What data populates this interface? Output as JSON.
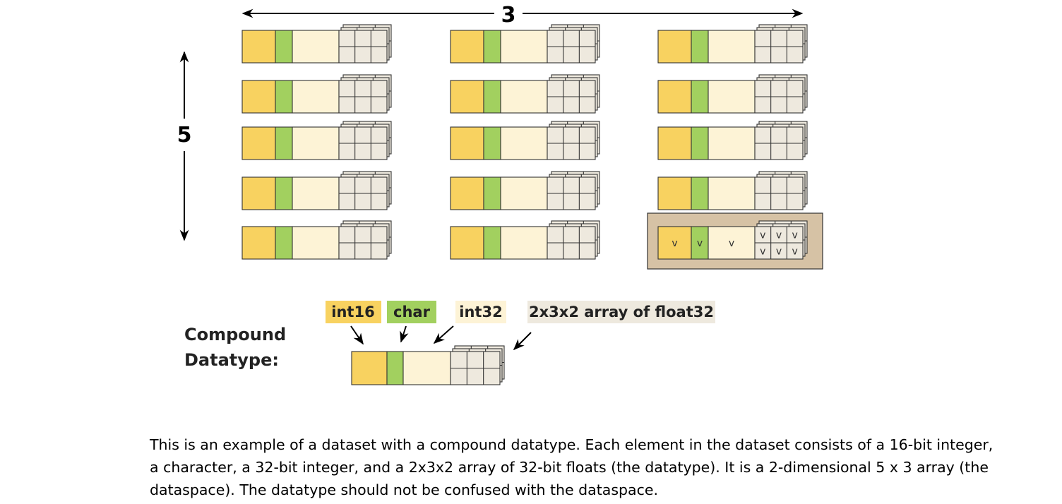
{
  "dimensions": {
    "columns_label": "3",
    "rows_label": "5",
    "columns": 3,
    "rows": 5
  },
  "compound_datatype": {
    "label_line1": "Compound",
    "label_line2": "Datatype:",
    "fields": [
      {
        "name": "int16",
        "color": "#F8D260"
      },
      {
        "name": "char",
        "color": "#A2D05F"
      },
      {
        "name": "int32",
        "color": "#FDF3D6"
      },
      {
        "name": "2x3x2 array of float32",
        "color": "#EEE9DE"
      }
    ]
  },
  "highlight": {
    "row": 5,
    "column": 3,
    "background": "#D6C2A5",
    "marker": "v"
  },
  "colors": {
    "int16": "#F8D260",
    "char": "#A2D05F",
    "int32": "#FDF3D6",
    "array": "#EEE9DE",
    "outline": "#333333"
  },
  "caption": "This is an example of a dataset with a compound datatype. Each element in the dataset consists of a 16-bit integer, a character, a 32-bit integer, and a 2x3x2 array of 32-bit floats (the datatype).  It is a 2-dimensional 5 x 3 array (the dataspace). The datatype should not be confused with the dataspace."
}
